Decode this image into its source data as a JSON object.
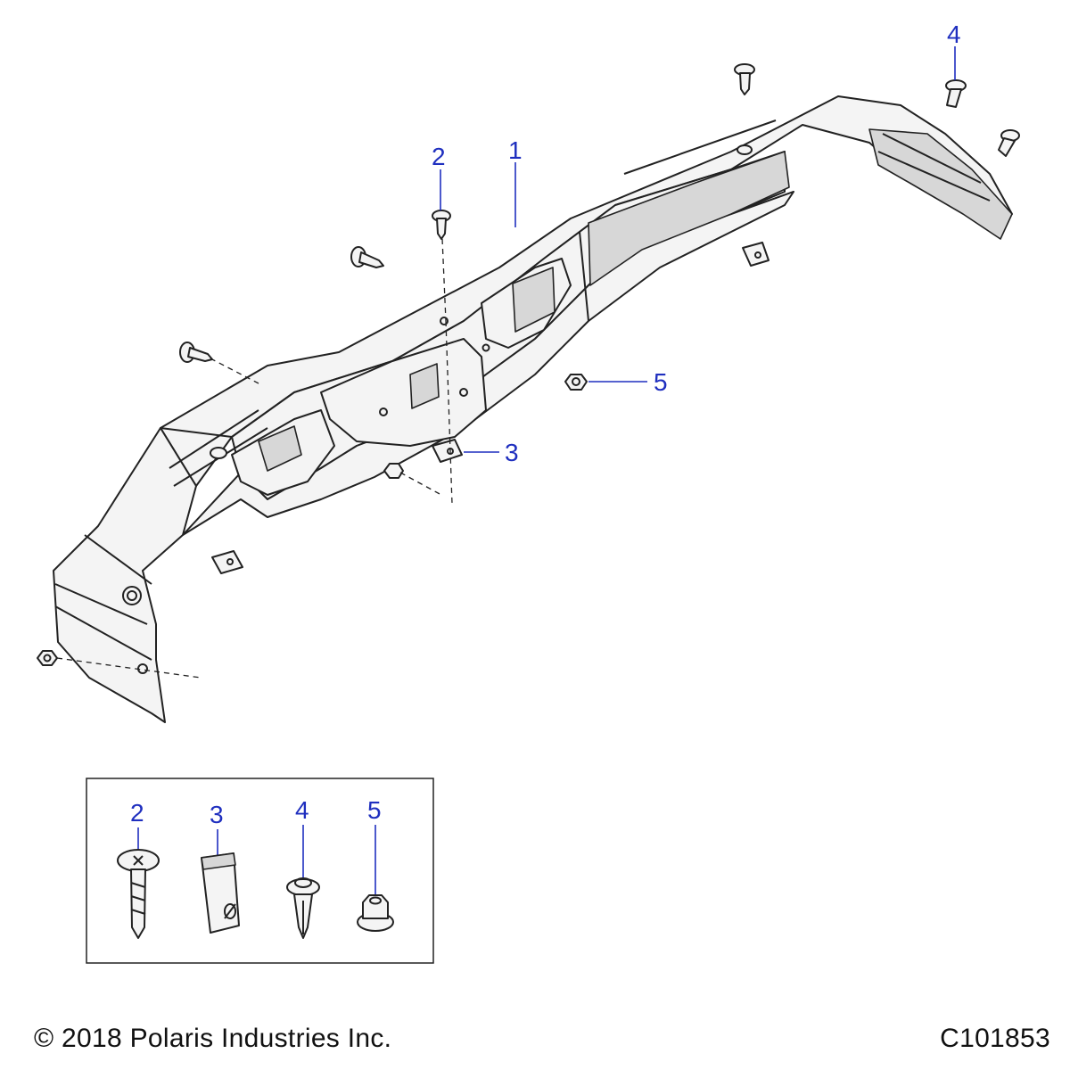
{
  "callouts": {
    "c1": "1",
    "c2_main": "2",
    "c3_main": "3",
    "c4_main": "4",
    "c5_main": "5",
    "c2_inset": "2",
    "c3_inset": "3",
    "c4_inset": "4",
    "c5_inset": "5"
  },
  "footer": {
    "copyright": "© 2018 Polaris Industries Inc.",
    "drawing_number": "C101853"
  },
  "colors": {
    "callout": "#1f2fbf",
    "line": "#222222",
    "part_fill": "#f4f4f4",
    "part_shade": "#d7d7d7"
  }
}
